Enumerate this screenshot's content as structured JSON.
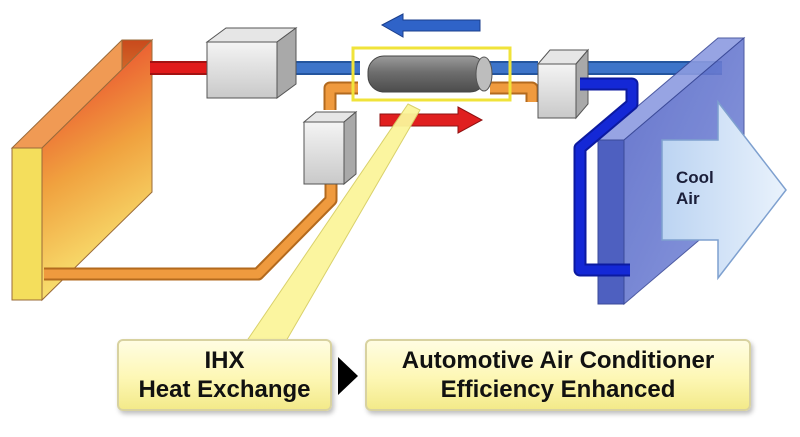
{
  "labels": {
    "cool": "Cool",
    "air": "Air"
  },
  "captions": {
    "ihx_line1": "IHX",
    "ihx_line2": "Heat Exchange",
    "result_line1": "Automotive Air Conditioner",
    "result_line2": "Efficiency Enhanced"
  },
  "colors": {
    "condenser_hot": "#e8312a",
    "condenser_warm": "#f5e25a",
    "evaporator": "#5f74cf",
    "cold_pipe": "#3d74c9",
    "suction_pipe": "#1428d6",
    "liquid_pipe": "#e7943a",
    "hot_pipe": "#e11b1b",
    "highlight_frame": "#f0e33a",
    "flow_arrow_left": "#2f63c8",
    "flow_arrow_right": "#e01f1f",
    "cool_air_arrow": "#d7e7fa"
  },
  "icons": {
    "flow_left": "arrow-left-icon",
    "flow_right": "arrow-right-icon",
    "cool_air": "big-arrow-right-icon",
    "separator": "triangle-right-icon"
  }
}
